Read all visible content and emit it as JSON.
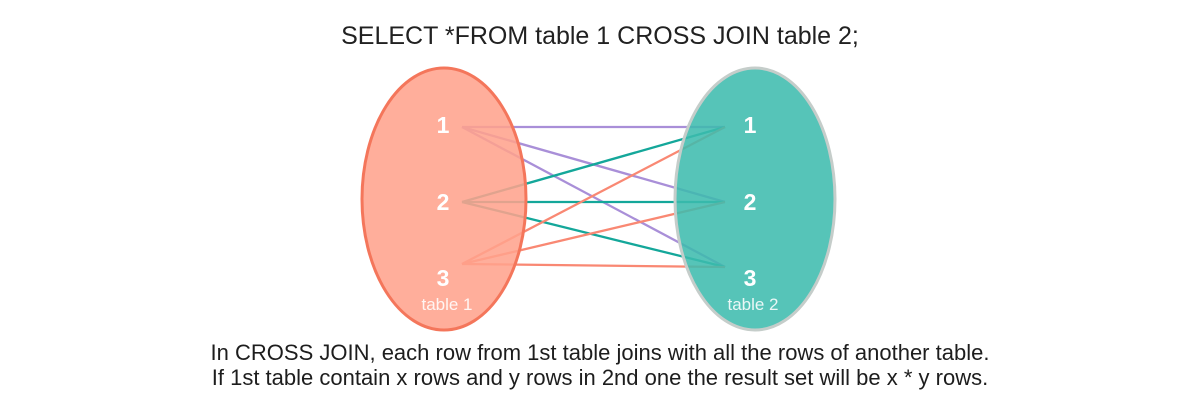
{
  "title": "SELECT *FROM table 1 CROSS JOIN table 2;",
  "diagram": {
    "left_table": {
      "label": "table 1",
      "rows": [
        "1",
        "2",
        "3"
      ],
      "fill": "#FFA28C",
      "border": "#F4765B"
    },
    "right_table": {
      "label": "table 2",
      "rows": [
        "1",
        "2",
        "3"
      ],
      "fill": "#3DBBAE",
      "border": "#C5CDCA"
    },
    "line_colors": [
      "#A98FD8",
      "#14A79A",
      "#F98873"
    ],
    "connections": [
      [
        1,
        1
      ],
      [
        1,
        2
      ],
      [
        1,
        3
      ],
      [
        2,
        1
      ],
      [
        2,
        2
      ],
      [
        2,
        3
      ],
      [
        3,
        1
      ],
      [
        3,
        2
      ],
      [
        3,
        3
      ]
    ]
  },
  "caption": {
    "line1": "In CROSS JOIN, each row from 1st table joins with all the rows of another table.",
    "line2": "If 1st table contain x rows and y rows in 2nd one the result set will be x * y rows."
  }
}
